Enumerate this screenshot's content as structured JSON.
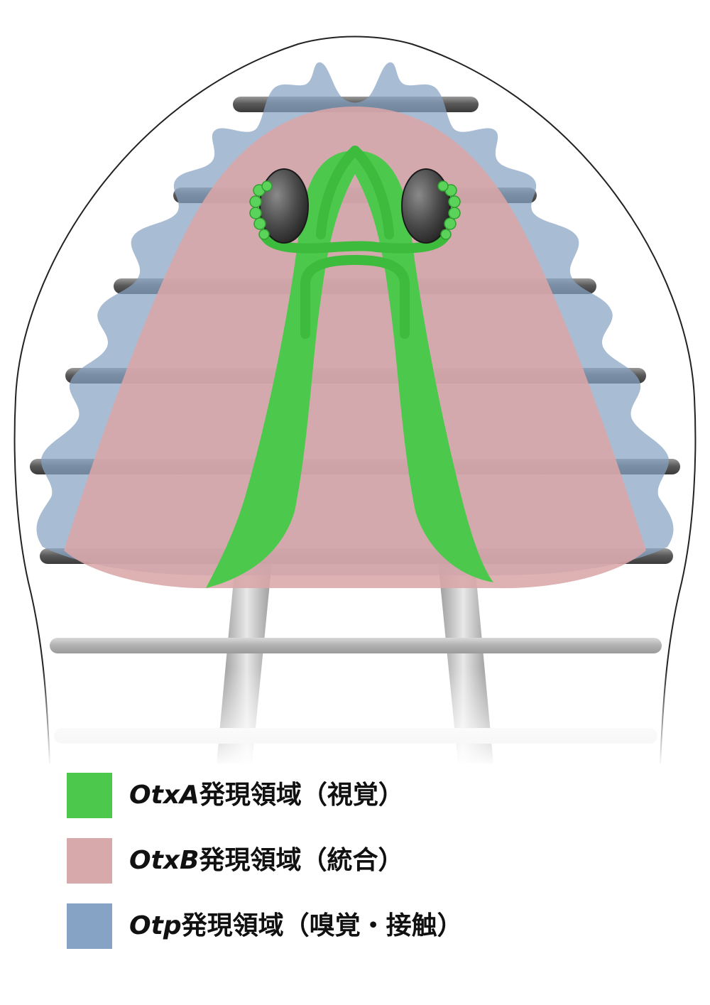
{
  "colors": {
    "otxA": "#4cc94c",
    "otxB": "#d8a9ab",
    "otp": "#86a2c4",
    "body_outline": "#222222",
    "bar": "#707070",
    "nerve": "#a8a8a8"
  },
  "legend": {
    "items": [
      {
        "gene": "OtxA",
        "text": "発現領域（視覚）",
        "color": "#4cc94c"
      },
      {
        "gene": "OtxB",
        "text": "発現領域（統合）",
        "color": "#d8a9ab"
      },
      {
        "gene": "Otp",
        "text": "発現領域（嗅覚・接触）",
        "color": "#86a2c4"
      }
    ]
  }
}
